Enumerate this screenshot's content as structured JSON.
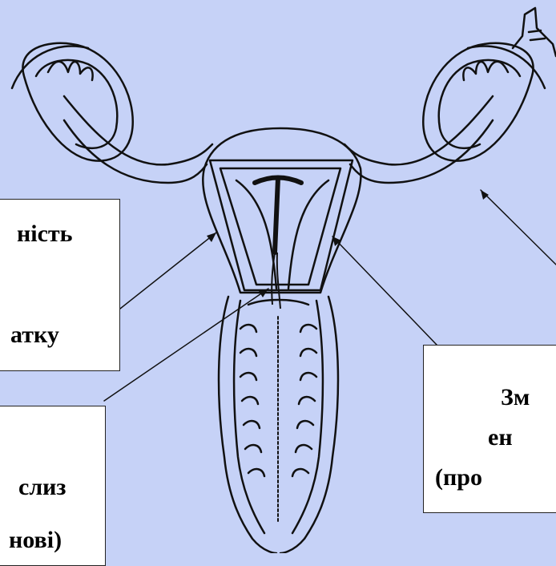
{
  "diagram": {
    "title": "",
    "colors": {
      "background": "#c6d2f7",
      "stroke": "#111111",
      "box": "#ffffff"
    },
    "labels": {
      "left_upper": {
        "lines": [
          "ність",
          "атку"
        ]
      },
      "left_lower": {
        "lines": [
          "слиз",
          "нові)"
        ]
      },
      "right_lower": {
        "lines": [
          "Зм",
          "ен",
          "(про"
        ]
      }
    },
    "icons": [
      "iud-device"
    ]
  }
}
